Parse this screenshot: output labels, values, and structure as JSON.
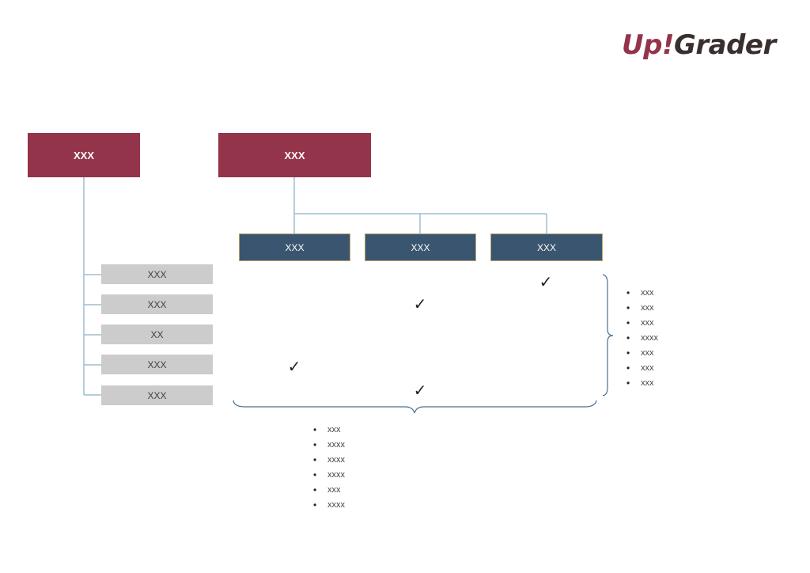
{
  "logo": {
    "part1": "Up",
    "part2": "!",
    "part3": "Grader",
    "colors": {
      "accent": "#93344a",
      "dark": "#3a2e2e"
    }
  },
  "left_branch": {
    "header": "XXX",
    "items": [
      "XXX",
      "XXX",
      "XX",
      "XXX",
      "XXX"
    ]
  },
  "right_branch": {
    "header": "XXX",
    "children": [
      "XXX",
      "XXX",
      "XXX"
    ]
  },
  "checkmarks": [
    "✓",
    "✓",
    "✓",
    "✓"
  ],
  "right_list": [
    "xxx",
    "xxx",
    "xxx",
    "xxxx",
    "xxx",
    "xxx",
    "xxx"
  ],
  "bottom_list": [
    "xxx",
    "xxxx",
    "xxxx",
    "xxxx",
    "xxx",
    "xxxx"
  ],
  "colors": {
    "maroon": "#93344a",
    "navy": "#3a556f",
    "gray": "#cccccc",
    "connector": "#9dbdd0",
    "brace": "#4a6f93"
  }
}
